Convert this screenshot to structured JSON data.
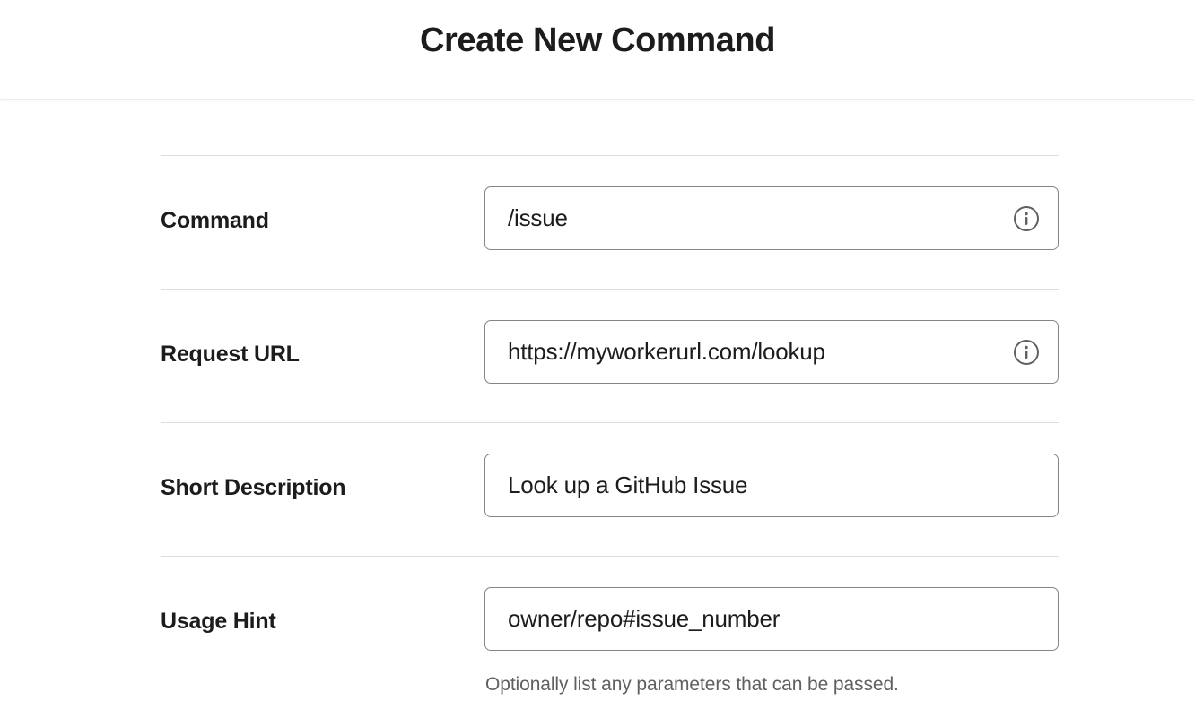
{
  "header": {
    "title": "Create New Command"
  },
  "form": {
    "rows": [
      {
        "label": "Command",
        "value": "/issue",
        "has_info_icon": true,
        "info_icon_name": "info-icon",
        "helper": ""
      },
      {
        "label": "Request URL",
        "value": "https://myworkerurl.com/lookup",
        "has_info_icon": true,
        "info_icon_name": "info-icon",
        "helper": ""
      },
      {
        "label": "Short Description",
        "value": "Look up a GitHub Issue",
        "has_info_icon": false,
        "info_icon_name": "",
        "helper": ""
      },
      {
        "label": "Usage Hint",
        "value": "owner/repo#issue_number",
        "has_info_icon": false,
        "info_icon_name": "",
        "helper": "Optionally list any parameters that can be passed."
      }
    ]
  },
  "colors": {
    "text": "#1d1c1d",
    "helper_text": "#616061",
    "input_border": "#868686",
    "divider": "#dddddd",
    "background": "#ffffff"
  }
}
